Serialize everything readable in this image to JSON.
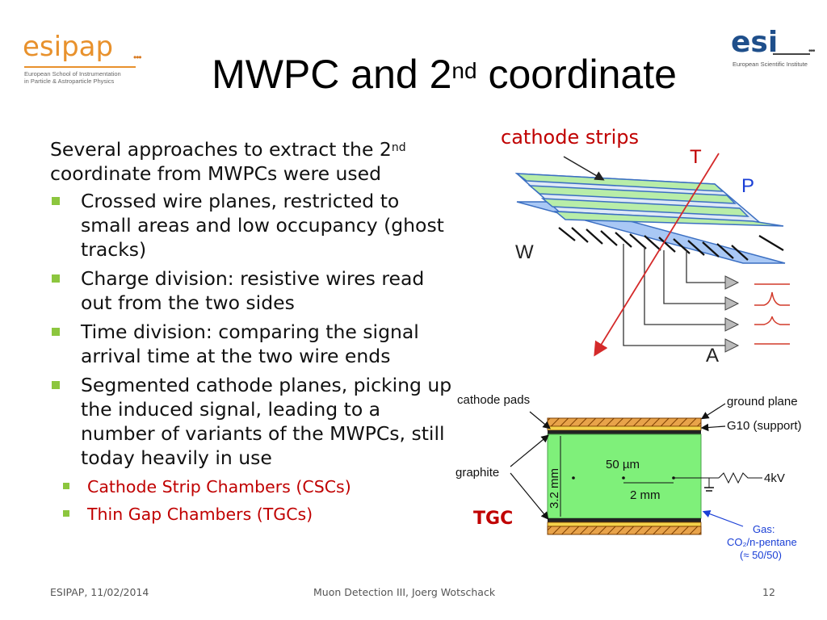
{
  "logos": {
    "left_word": "esipap",
    "left_dots": "•••",
    "left_sub_line1": "European School of Instrumentation",
    "left_sub_line2": "in Particle & Astroparticle Physics",
    "right_word": "esi",
    "right_dots": "•••",
    "right_sub": "European Scientific Institute"
  },
  "title": {
    "main": "MWPC and 2",
    "sup": "nd",
    "tail": " coordinate"
  },
  "content": {
    "intro_a": "Several approaches to extract the 2",
    "intro_sup": "nd",
    "intro_b": "coordinate from MWPCs were used",
    "bullets": [
      "Crossed wire planes, restricted to small areas and low occupancy (ghost tracks)",
      "Charge division: resistive wires read out from the two sides",
      "Time division: comparing the signal arrival time at the two wire ends",
      "Segmented cathode planes, picking up the induced signal, leading to a number of variants of the MWPCs, still today heavily in use"
    ],
    "sub_bullets": [
      "Cathode Strip Chambers (CSCs)",
      "Thin Gap Chambers (TGCs)"
    ]
  },
  "diagram_top": {
    "cathode_strips": "cathode strips",
    "T": "T",
    "P": "P",
    "W": "W",
    "A": "A"
  },
  "diagram_tgc": {
    "cathode_pads": "cathode pads",
    "graphite": "graphite",
    "ground_plane": "ground plane",
    "g10": "G10 (support)",
    "gap": "50 µm",
    "thickness": "3.2 mm",
    "pitch": "2 mm",
    "voltage": "4kV",
    "gas_1": "Gas:",
    "gas_2": "CO₂/n-pentane",
    "gas_3": "(≈ 50/50)",
    "tgc": "TGC"
  },
  "footer": {
    "left": "ESIPAP, 11/02/2014",
    "center": "Muon Detection III, Joerg Wotschack",
    "right": "12"
  },
  "colors": {
    "bullet": "#8cc63e",
    "sub_text": "#c00000",
    "plane_blue": "#a9c8f5",
    "strip_green": "#b8eda8",
    "tgc_fill": "#7ff07a",
    "label_red": "#c00000",
    "label_blue": "#1a3fd6"
  }
}
